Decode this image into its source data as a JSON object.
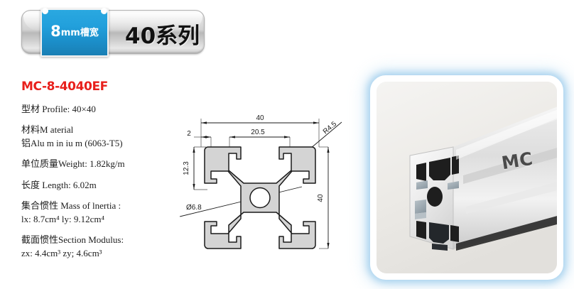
{
  "header": {
    "tag_number": "8",
    "tag_unit": "mm",
    "tag_cn": "槽宽",
    "series_label": "40系列"
  },
  "product": {
    "code": "MC-8-4040EF",
    "specs": [
      {
        "line1": "型材 Profile: 40×40"
      },
      {
        "line1": "材料M aterial",
        "line2": "铝Alu m in iu m  (6063-T5)"
      },
      {
        "line1": "单位质量Weight: 1.82kg/m"
      },
      {
        "line1": "长度 Length: 6.02m"
      },
      {
        "line1": "集合惯性 Mass of lnertia :",
        "line2": "lx: 8.7cm⁴    ly: 9.12cm⁴"
      },
      {
        "line1": "截面惯性Section Modulus:",
        "line2": "zx: 4.4cm³   zy; 4.6cm³"
      }
    ]
  },
  "drawing": {
    "dim_width_top": "40",
    "dim_edge_left": "2",
    "dim_slot_span": "20.5",
    "dim_radius": "R4.5",
    "dim_height_left": "12.3",
    "dim_height_right": "40",
    "dim_bore": "Ø6.8"
  },
  "photo": {
    "brand": "MC"
  },
  "colors": {
    "accent_red": "#e8201c",
    "tag_blue": "#22a0dc",
    "glow_blue": "#96c8eb",
    "drawing_line": "#1a1a1a",
    "profile_fill": "#d4d4d4"
  }
}
